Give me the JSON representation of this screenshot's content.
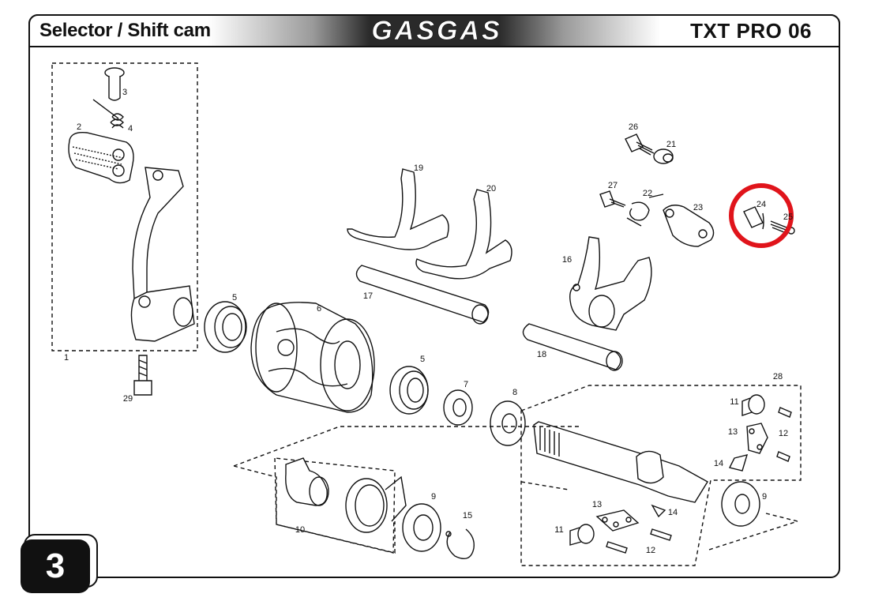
{
  "header": {
    "section_title": "Selector / Shift cam",
    "brand": "GASGAS",
    "model": "TXT PRO 06"
  },
  "page_number": "3",
  "colors": {
    "outline": "#111111",
    "highlight_circle": "#e0141b"
  },
  "callouts": [
    "1",
    "2",
    "3",
    "4",
    "5",
    "6",
    "5",
    "7",
    "8",
    "29",
    "19",
    "20",
    "17",
    "16",
    "18",
    "26",
    "21",
    "27",
    "22",
    "23",
    "24",
    "25",
    "28",
    "11",
    "13",
    "12",
    "14",
    "9",
    "10",
    "9",
    "15",
    "13",
    "14",
    "11",
    "12"
  ]
}
